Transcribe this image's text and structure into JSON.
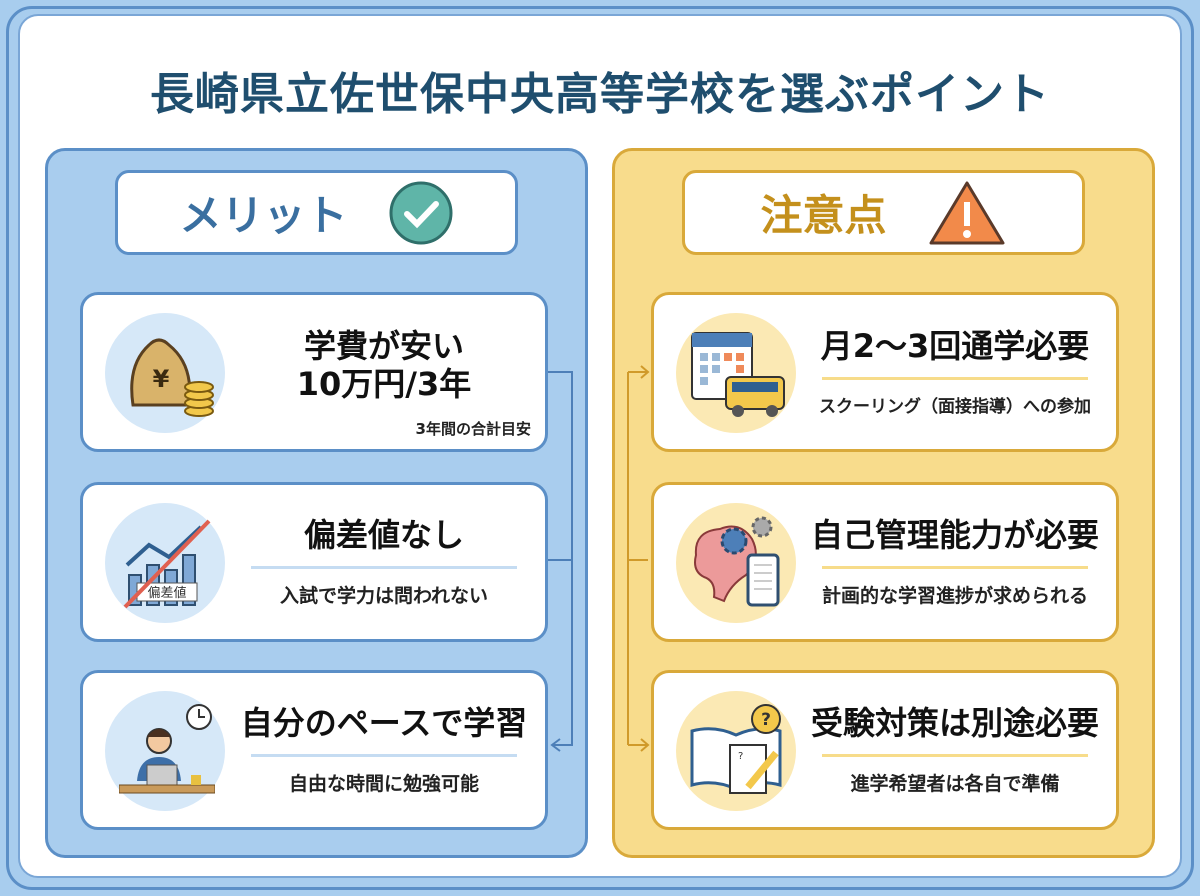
{
  "title": "長崎県立佐世保中央高等学校を選ぶポイント",
  "merits": {
    "label": "メリット",
    "icon": "check-icon",
    "items": [
      {
        "heading": "学費が安い",
        "heading2": "10万円/3年",
        "sub": "3年間の合計目安",
        "icon": "money-bag-icon"
      },
      {
        "heading": "偏差値なし",
        "sub": "入試で学力は問われない",
        "icon": "crossed-chart-icon",
        "icon_text": "偏差値"
      },
      {
        "heading": "自分のペースで学習",
        "sub": "自由な時間に勉強可能",
        "icon": "person-laptop-icon"
      }
    ]
  },
  "cautions": {
    "label": "注意点",
    "icon": "warning-icon",
    "items": [
      {
        "heading": "月2〜3回通学必要",
        "sub": "スクーリング（面接指導）への参加",
        "icon": "calendar-bus-icon"
      },
      {
        "heading": "自己管理能力が必要",
        "sub": "計画的な学習進捗が求められる",
        "icon": "brain-gear-icon"
      },
      {
        "heading": "受験対策は別途必要",
        "sub": "進学希望者は各自で準備",
        "icon": "book-question-icon"
      }
    ]
  },
  "colors": {
    "blue": "#5b8fc7",
    "yellow": "#d9a93a",
    "title": "#1f4e6e"
  }
}
